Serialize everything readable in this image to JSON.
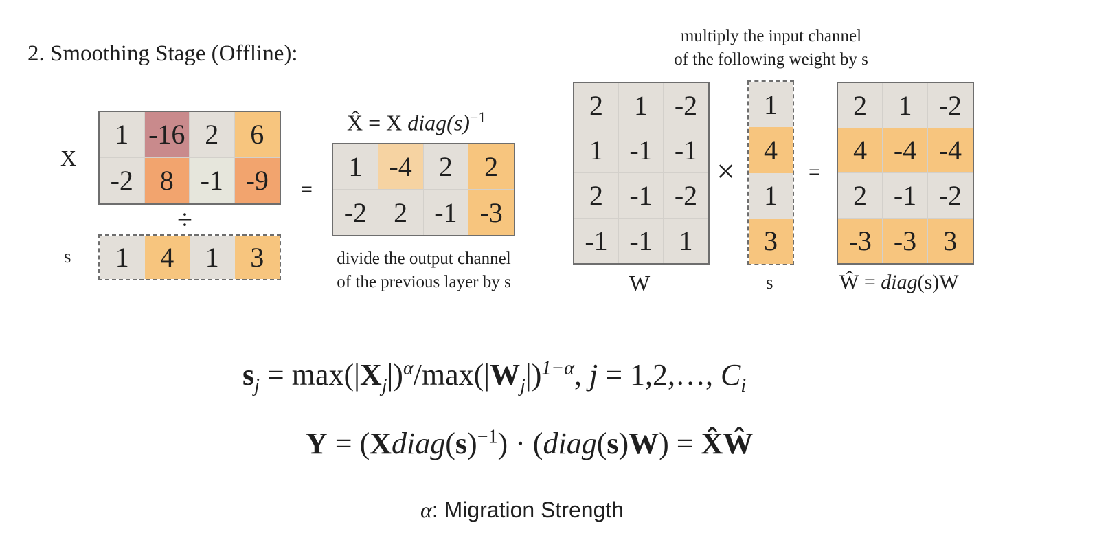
{
  "title": "2. Smoothing Stage (Offline):",
  "colors": {
    "neutral": "#e3dfd9",
    "light_orange": "#f6d3a2",
    "orange": "#f7c57e",
    "deep_orange": "#f2a46e",
    "red": "#c98a8c",
    "grey_green": "#e6e6dc",
    "border": "#6e6e6e"
  },
  "x_matrix": {
    "label": "X",
    "rows": [
      [
        "1",
        "-16",
        "2",
        "6"
      ],
      [
        "-2",
        "8",
        "-1",
        "-9"
      ]
    ],
    "colors": [
      [
        "neutral",
        "red",
        "neutral",
        "orange"
      ],
      [
        "neutral",
        "deep_orange",
        "grey_green",
        "deep_orange"
      ]
    ]
  },
  "divide_symbol": "÷",
  "s_row": {
    "label": "s",
    "values": [
      "1",
      "4",
      "1",
      "3"
    ],
    "colors": [
      "neutral",
      "orange",
      "neutral",
      "orange"
    ]
  },
  "equals_left": "=",
  "xhat": {
    "formula_prefix": "X̂ = X ",
    "formula_diag": "diag",
    "formula_arg": "(s)",
    "formula_power": "−1",
    "rows": [
      [
        "1",
        "-4",
        "2",
        "2"
      ],
      [
        "-2",
        "2",
        "-1",
        "-3"
      ]
    ],
    "colors": [
      [
        "neutral",
        "light_orange",
        "neutral",
        "orange"
      ],
      [
        "neutral",
        "neutral",
        "neutral",
        "orange"
      ]
    ],
    "note_line1": "divide the output channel",
    "note_line2": "of the previous layer by s"
  },
  "w_section": {
    "note_line1": "multiply the input channel",
    "note_line2": "of the following weight by s",
    "w_label": "W",
    "w_rows": [
      [
        "2",
        "1",
        "-2"
      ],
      [
        "1",
        "-1",
        "-1"
      ],
      [
        "2",
        "-1",
        "-2"
      ],
      [
        "-1",
        "-1",
        "1"
      ]
    ],
    "times_symbol": "×",
    "s_label": "s",
    "s_values": [
      "1",
      "4",
      "1",
      "3"
    ],
    "s_colors": [
      "neutral",
      "orange",
      "neutral",
      "orange"
    ],
    "equals": "=",
    "what_label_prefix": "Ŵ = ",
    "what_label_diag": "diag",
    "what_label_suffix": "(s)W",
    "what_rows": [
      [
        "2",
        "1",
        "-2"
      ],
      [
        "4",
        "-4",
        "-4"
      ],
      [
        "2",
        "-1",
        "-2"
      ],
      [
        "-3",
        "-3",
        "3"
      ]
    ],
    "what_row_colors": [
      "neutral",
      "orange",
      "neutral",
      "orange"
    ]
  },
  "equation1": {
    "s": "s",
    "j": "j",
    "eq": " = max(|",
    "X": "X",
    "mid": "|)",
    "alpha": "α",
    "div": "/max(|",
    "W": "W",
    "end": "|)",
    "one_minus_alpha": "1−α",
    "tail": ", ",
    "tail_j": "j",
    "range": " = 1,2,…, ",
    "C": "C",
    "i": "i"
  },
  "equation2": {
    "Y": "Y",
    "part1": " = (",
    "X": "X",
    "diag": "diag",
    "s_paren_open": "(",
    "s": "s",
    "s_paren_close": ")",
    "power": "−1",
    "part2": ") · (",
    "diag2": "diag",
    "s2_open": "(",
    "s2": "s",
    "s2_close": ")",
    "W": "W",
    "part3": ") = ",
    "Xhat": "X̂",
    "What": "Ŵ"
  },
  "alpha_note": {
    "symbol": "α",
    "text": ": Migration Strength"
  }
}
